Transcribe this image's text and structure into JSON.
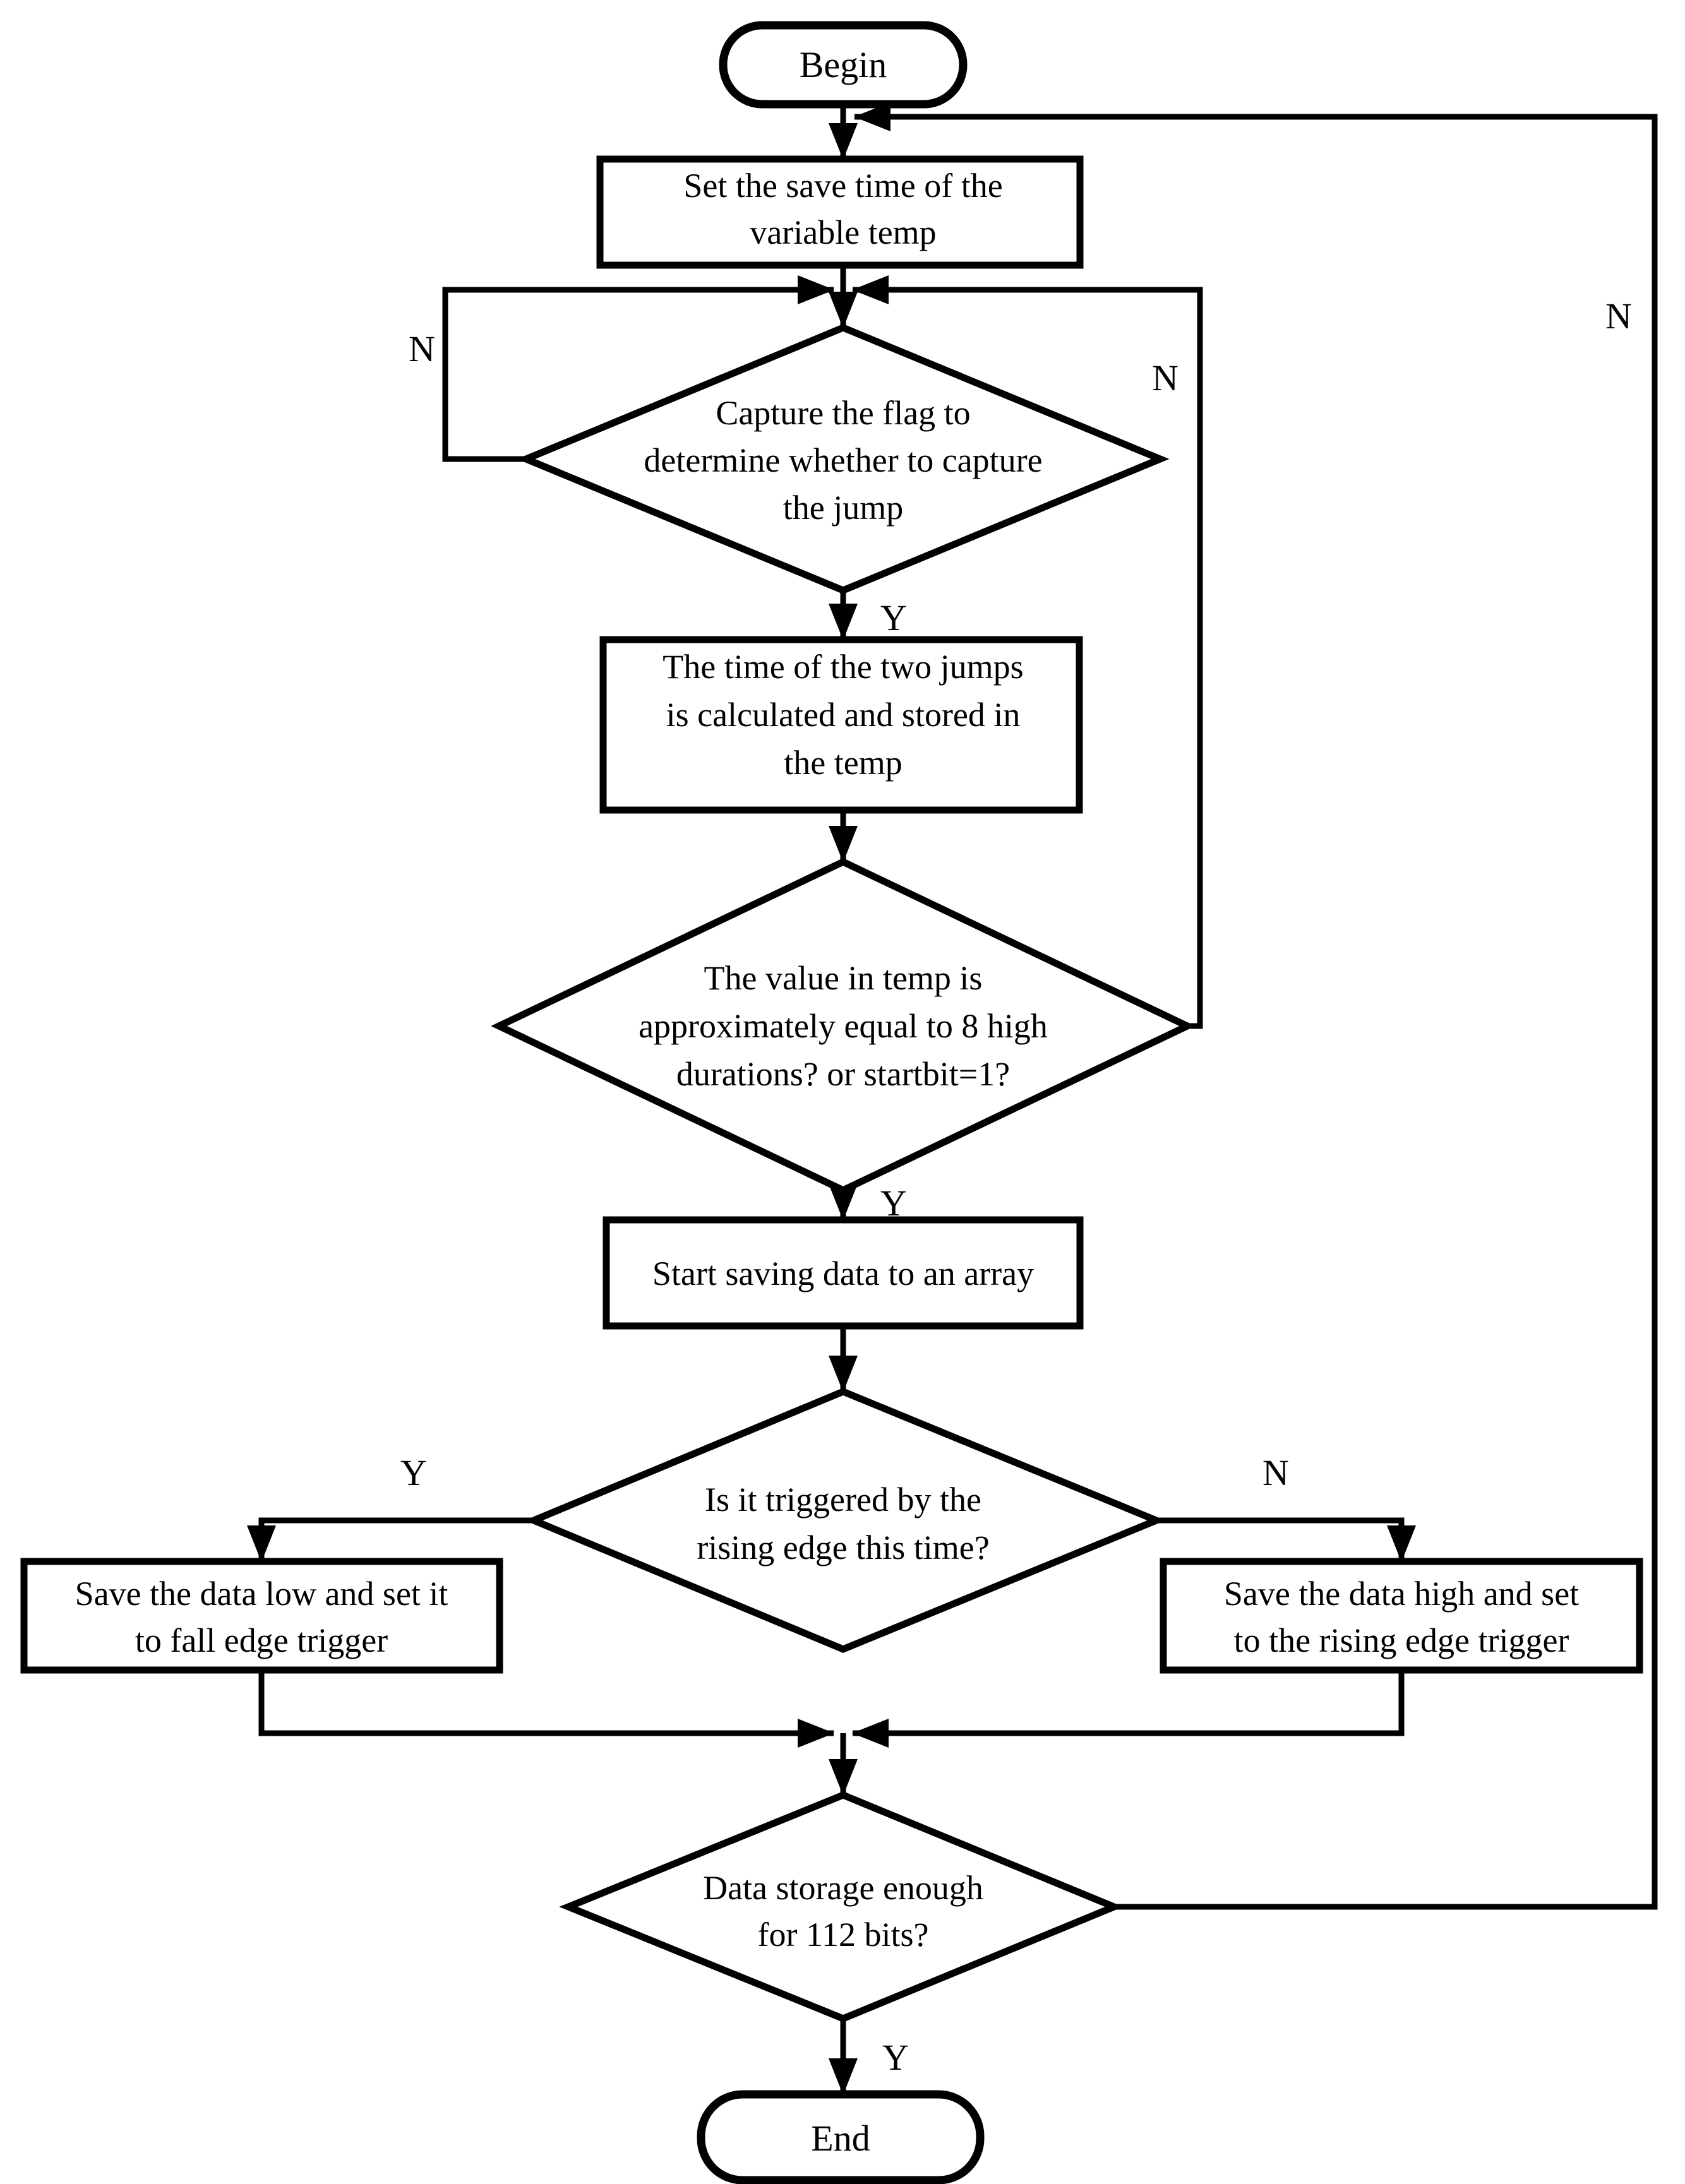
{
  "page": {
    "background_color": "#ffffff",
    "ink_color": "#000000"
  },
  "flowchart": {
    "nodes": {
      "begin": {
        "type": "terminator",
        "label": "Begin"
      },
      "set_save_time": {
        "type": "process",
        "lines": [
          "Set the save time of the",
          "variable temp"
        ]
      },
      "capture_flag_decision": {
        "type": "decision",
        "lines": [
          "Capture the flag to",
          "determine whether to capture",
          "the jump"
        ]
      },
      "calc_jump_time": {
        "type": "process",
        "lines": [
          "The time of the two jumps",
          "is calculated and stored in",
          "the temp"
        ]
      },
      "temp_value_decision": {
        "type": "decision",
        "lines": [
          "The value in temp is",
          "approximately equal to 8 high",
          "durations? or startbit=1?"
        ]
      },
      "start_saving": {
        "type": "process",
        "label": "Start saving data to an array"
      },
      "rising_edge_decision": {
        "type": "decision",
        "lines": [
          "Is it triggered by the",
          "rising edge this time?"
        ]
      },
      "save_data_low": {
        "type": "process",
        "lines": [
          "Save the data low and set it",
          "to fall edge trigger"
        ]
      },
      "save_data_high": {
        "type": "process",
        "lines": [
          "Save the data  high and set",
          "to the rising edge trigger"
        ]
      },
      "storage_decision": {
        "type": "decision",
        "lines": [
          "Data storage enough",
          "for 112 bits?"
        ]
      },
      "end": {
        "type": "terminator",
        "label": "End"
      }
    },
    "branch_labels": {
      "capture_flag_no": "N",
      "capture_flag_yes": "Y",
      "temp_value_no": "N",
      "temp_value_yes": "Y",
      "rising_edge_yes": "Y",
      "rising_edge_no": "N",
      "storage_no": "N",
      "storage_yes": "Y"
    }
  }
}
